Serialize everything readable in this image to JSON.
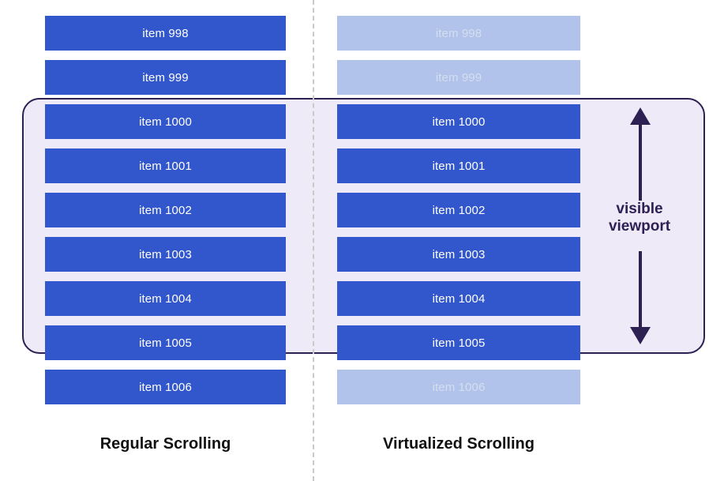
{
  "diagram": {
    "title_left": "Regular Scrolling",
    "title_right": "Virtualized Scrolling",
    "viewport_label_line1": "visible",
    "viewport_label_line2": "viewport",
    "colors": {
      "bar_solid": "#3257cc",
      "bar_faded": "#b1c3ea",
      "bar_faded_text": "#d3deef",
      "bar_text": "#ffffff",
      "viewport_fill": "#eeeaf8",
      "viewport_border": "#2d2154",
      "divider": "#c9c9c9",
      "caption_text": "#111111",
      "background": "#ffffff"
    }
  },
  "columns": {
    "regular": {
      "caption": "Regular Scrolling",
      "items": [
        {
          "label": "item 998",
          "state": "rendered",
          "in_viewport": false
        },
        {
          "label": "item 999",
          "state": "rendered",
          "in_viewport": false
        },
        {
          "label": "item 1000",
          "state": "rendered",
          "in_viewport": true
        },
        {
          "label": "item 1001",
          "state": "rendered",
          "in_viewport": true
        },
        {
          "label": "item 1002",
          "state": "rendered",
          "in_viewport": true
        },
        {
          "label": "item 1003",
          "state": "rendered",
          "in_viewport": true
        },
        {
          "label": "item 1004",
          "state": "rendered",
          "in_viewport": true
        },
        {
          "label": "item 1005",
          "state": "rendered",
          "in_viewport": true
        },
        {
          "label": "item 1006",
          "state": "rendered",
          "in_viewport": false
        }
      ]
    },
    "virtualized": {
      "caption": "Virtualized Scrolling",
      "items": [
        {
          "label": "item 998",
          "state": "not-rendered",
          "in_viewport": false
        },
        {
          "label": "item 999",
          "state": "not-rendered",
          "in_viewport": false
        },
        {
          "label": "item 1000",
          "state": "rendered",
          "in_viewport": true
        },
        {
          "label": "item 1001",
          "state": "rendered",
          "in_viewport": true
        },
        {
          "label": "item 1002",
          "state": "rendered",
          "in_viewport": true
        },
        {
          "label": "item 1003",
          "state": "rendered",
          "in_viewport": true
        },
        {
          "label": "item 1004",
          "state": "rendered",
          "in_viewport": true
        },
        {
          "label": "item 1005",
          "state": "rendered",
          "in_viewport": true
        },
        {
          "label": "item 1006",
          "state": "not-rendered",
          "in_viewport": false
        }
      ]
    }
  }
}
